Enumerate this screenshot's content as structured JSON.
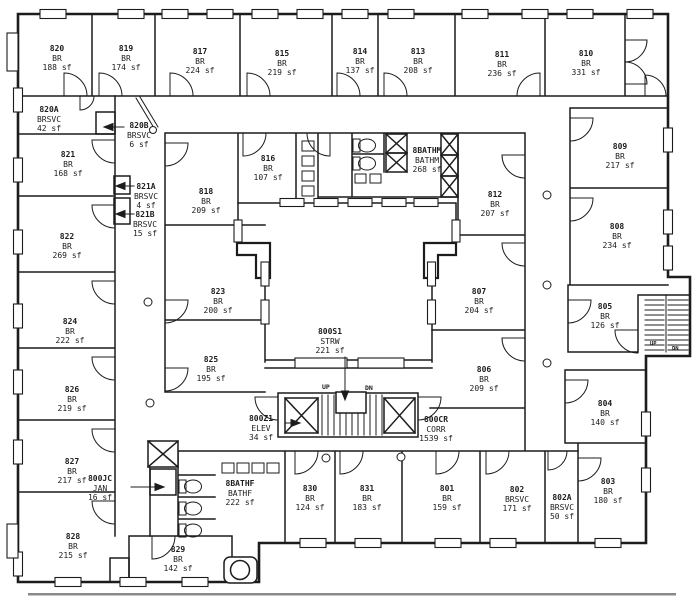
{
  "drawing": {
    "rooms": [
      {
        "id": "820",
        "type": "BR",
        "area": "188 sf"
      },
      {
        "id": "819",
        "type": "BR",
        "area": "174 sf"
      },
      {
        "id": "817",
        "type": "BR",
        "area": "224 sf"
      },
      {
        "id": "815",
        "type": "BR",
        "area": "219 sf"
      },
      {
        "id": "814",
        "type": "BR",
        "area": "137 sf"
      },
      {
        "id": "813",
        "type": "BR",
        "area": "208 sf"
      },
      {
        "id": "811",
        "type": "BR",
        "area": "236 sf"
      },
      {
        "id": "810",
        "type": "BR",
        "area": "331 sf"
      },
      {
        "id": "820A",
        "type": "BRSVC",
        "area": "42 sf"
      },
      {
        "id": "820B",
        "type": "BRSVC",
        "area": "6 sf"
      },
      {
        "id": "821",
        "type": "BR",
        "area": "168 sf"
      },
      {
        "id": "809",
        "type": "BR",
        "area": "217 sf"
      },
      {
        "id": "816",
        "type": "BR",
        "area": "107 sf"
      },
      {
        "id": "8BATHM",
        "type": "BATHM",
        "area": "268 sf"
      },
      {
        "id": "821A",
        "type": "BRSVC",
        "area": "4 sf"
      },
      {
        "id": "818",
        "type": "BR",
        "area": "209 sf"
      },
      {
        "id": "812",
        "type": "BR",
        "area": "207 sf"
      },
      {
        "id": "821B",
        "type": "BRSVC",
        "area": "15 sf"
      },
      {
        "id": "808",
        "type": "BR",
        "area": "234 sf"
      },
      {
        "id": "822",
        "type": "BR",
        "area": "269 sf"
      },
      {
        "id": "823",
        "type": "BR",
        "area": "200 sf"
      },
      {
        "id": "807",
        "type": "BR",
        "area": "204 sf"
      },
      {
        "id": "805",
        "type": "BR",
        "area": "126 sf"
      },
      {
        "id": "824",
        "type": "BR",
        "area": "222 sf"
      },
      {
        "id": "800S1",
        "type": "STRW",
        "area": "221 sf"
      },
      {
        "id": "825",
        "type": "BR",
        "area": "195 sf"
      },
      {
        "id": "806",
        "type": "BR",
        "area": "209 sf"
      },
      {
        "id": "826",
        "type": "BR",
        "area": "219 sf"
      },
      {
        "id": "804",
        "type": "BR",
        "area": "140 sf"
      },
      {
        "id": "800Z1",
        "type": "ELEV",
        "area": "34 sf"
      },
      {
        "id": "800CR",
        "type": "CORR",
        "area": "1539 sf"
      },
      {
        "id": "827",
        "type": "BR",
        "area": "217 sf"
      },
      {
        "id": "800JC",
        "type": "JAN",
        "area": "16 sf"
      },
      {
        "id": "803",
        "type": "BR",
        "area": "180 sf"
      },
      {
        "id": "8BATHF",
        "type": "BATHF",
        "area": "222 sf"
      },
      {
        "id": "830",
        "type": "BR",
        "area": "124 sf"
      },
      {
        "id": "831",
        "type": "BR",
        "area": "183 sf"
      },
      {
        "id": "801",
        "type": "BR",
        "area": "159 sf"
      },
      {
        "id": "802",
        "type": "BRSVC",
        "area": "171 sf"
      },
      {
        "id": "802A",
        "type": "BRSVC",
        "area": "50 sf"
      },
      {
        "id": "828",
        "type": "BR",
        "area": "215 sf"
      },
      {
        "id": "829",
        "type": "BR",
        "area": "142 sf"
      }
    ],
    "stairs": {
      "up": "UP",
      "dn": "DN"
    },
    "colors": {
      "ink": "#1c1c1c",
      "paper": "#ffffff"
    }
  }
}
